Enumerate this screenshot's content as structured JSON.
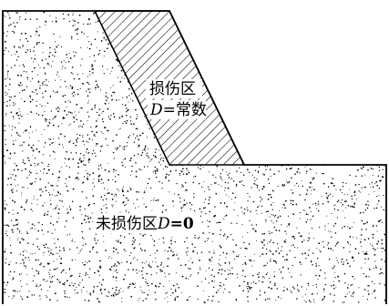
{
  "labels": {
    "damaged_zone_line1": "损伤区",
    "damaged_zone_line2_var": "D",
    "damaged_zone_line2_rest": "=常数",
    "undamaged_zone_prefix": "未损伤区",
    "undamaged_zone_var": "D",
    "undamaged_zone_rest": "=0"
  },
  "colors": {
    "stroke": "#000000",
    "background": "#ffffff",
    "stipple": "#000000"
  }
}
